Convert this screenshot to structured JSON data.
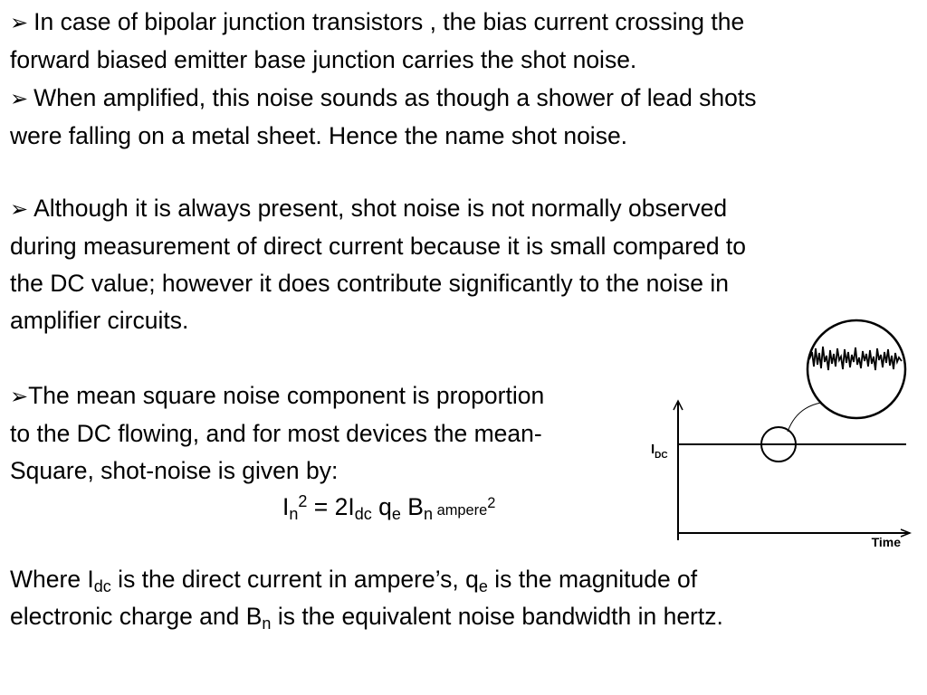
{
  "bullet_glyph": "➢",
  "paragraphs": {
    "p1": {
      "line1": "In case of bipolar junction transistors , the bias current crossing the",
      "line2": "forward biased emitter base junction carries the shot noise."
    },
    "p2": {
      "line1": "When amplified, this noise sounds as though a shower of lead shots",
      "line2": "were falling on a metal sheet. Hence the name shot noise."
    },
    "p3": {
      "line1": "Although it is always present, shot noise is not normally observed",
      "line2": "during measurement of direct current because it is small compared to",
      "line3": "the DC value; however it does contribute significantly to the noise in",
      "line4": "amplifier circuits."
    },
    "p4": {
      "line1": "The mean square noise component is proportion",
      "line2": "to the DC flowing, and for most devices the mean-",
      "line3": "Square, shot-noise is given by:"
    }
  },
  "formula": {
    "lhs_base": "I",
    "lhs_sub": "n",
    "lhs_sup": "2",
    "equals": " = 2I",
    "idc_sub": "dc",
    "q": " q",
    "q_sub": "e",
    "b": " B",
    "b_sub": "n",
    "unit": " ampere",
    "unit_sup": "2"
  },
  "definition": {
    "t1": "Where I",
    "t1_sub": "dc",
    "t2": "  is the direct current in ampere’s, q",
    "t2_sub": "e",
    "t3": "  is the magnitude of",
    "t4": "electronic charge and B",
    "t4_sub": "n",
    "t5": " is the equivalent noise bandwidth in hertz."
  },
  "diagram": {
    "y_label_base": "I",
    "y_label_sub": "DC",
    "x_label": "Time"
  }
}
